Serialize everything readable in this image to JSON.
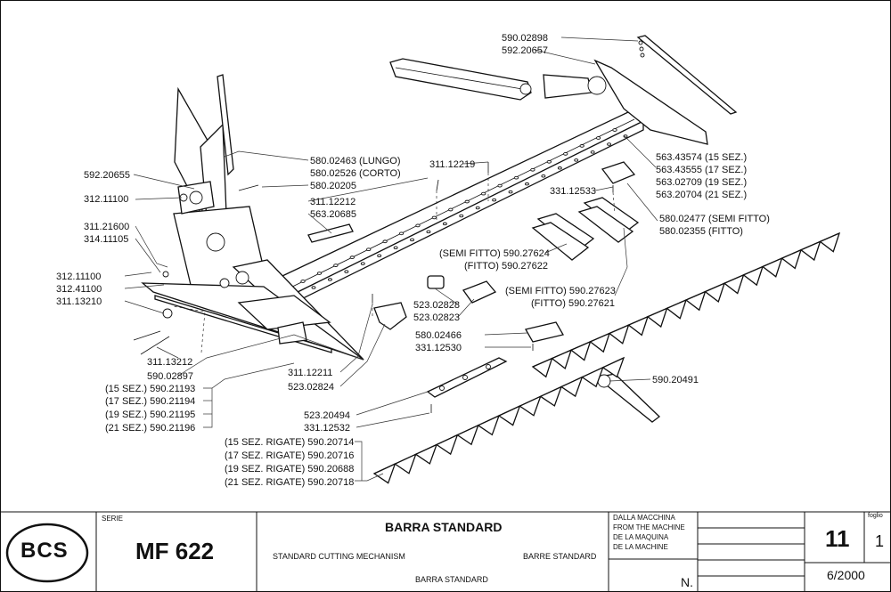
{
  "labels": {
    "l01": "590.02898",
    "l02": "592.20657",
    "l03": "580.02463 (LUNGO)",
    "l04": "580.02526 (CORTO)",
    "l05": "311.12219",
    "l06": "592.20655",
    "l07": "312.11100",
    "l08": "580.20205",
    "l09": "311.12212",
    "l10": "563.20685",
    "l11": "563.43574 (15 SEZ.)",
    "l12": "563.43555 (17 SEZ.)",
    "l13": "563.02709 (19 SEZ.)",
    "l14": "563.20704 (21 SEZ.)",
    "l15": "331.12533",
    "l16": "580.02477 (SEMI FITTO)",
    "l17": "580.02355 (FITTO)",
    "l18": "311.21600",
    "l19": "314.11105",
    "l20": "(SEMI FITTO) 590.27624",
    "l21": "(FITTO) 590.27622",
    "l22": "312.11100",
    "l23": "312.41100",
    "l24": "311.13210",
    "l25": "(SEMI FITTO) 590.27623",
    "l26": "(FITTO) 590.27621",
    "l27": "523.02828",
    "l28": "523.02823",
    "l29": "580.02466",
    "l30": "331.12530",
    "l31": "311.13212",
    "l32": "590.02897",
    "l33": "311.12211",
    "l34": "523.02824",
    "l35": "590.20491",
    "l36": "(15 SEZ.) 590.21193",
    "l37": "(17 SEZ.) 590.21194",
    "l38": "(19 SEZ.) 590.21195",
    "l39": "(21 SEZ.) 590.21196",
    "l40": "523.20494",
    "l41": "331.12532",
    "l42": "(15 SEZ. RIGATE) 590.20714",
    "l43": "(17 SEZ. RIGATE) 590.20716",
    "l44": "(19 SEZ. RIGATE) 590.20688",
    "l45": "(21 SEZ. RIGATE) 590.20718"
  },
  "title_block": {
    "logo": "BCS",
    "serie_label": "SERIE",
    "model": "MF 622",
    "title": "BARRA STANDARD",
    "subtitle_en": "STANDARD CUTTING MECHANISM",
    "subtitle_fr": "BARRE STANDARD",
    "subtitle_es": "BARRA STANDARD",
    "from_machine": [
      "DALLA MACCHINA",
      "FROM THE MACHINE",
      "DE LA MAQUINA",
      "DE LA MACHINE"
    ],
    "n_label": "N.",
    "table_number": "11",
    "sheet_label": "foglio",
    "sheet_number": "1",
    "date": "6/2000"
  }
}
